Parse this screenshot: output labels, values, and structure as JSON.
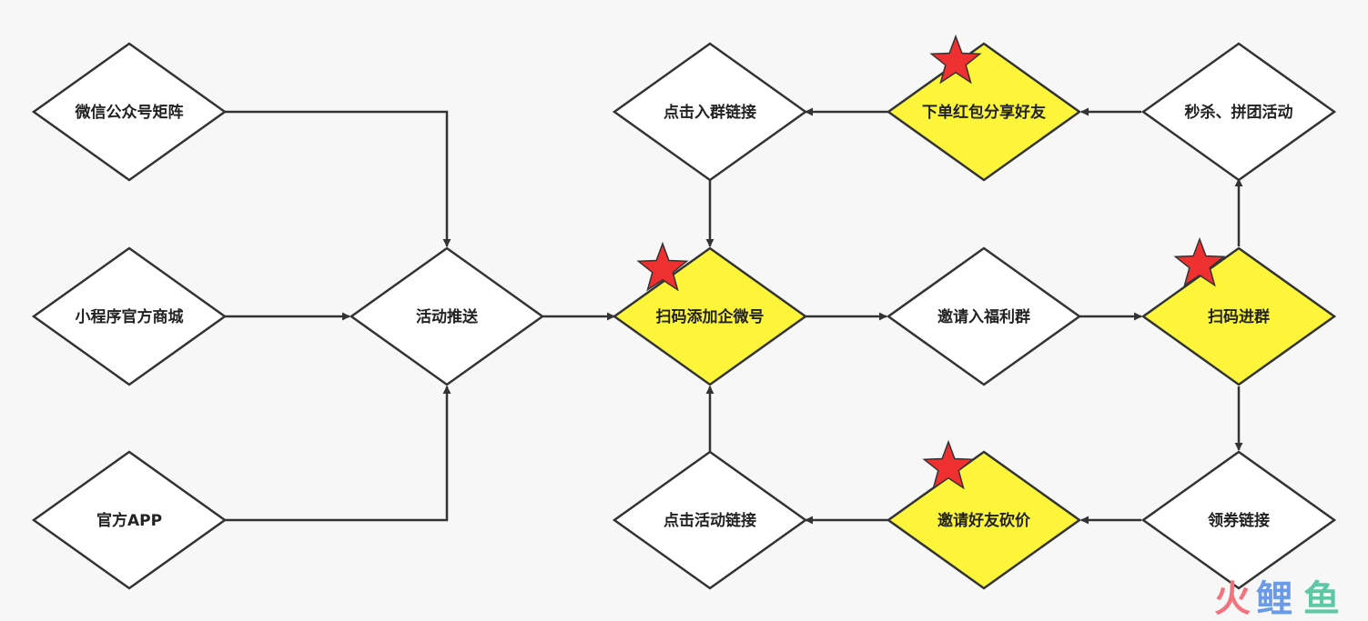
{
  "colors": {
    "background": "#f7f7f7",
    "normal_fill": "#ffffff",
    "highlight_fill": "#fdf53a",
    "stroke": "#333333",
    "star": "#ef3030"
  },
  "nodes": {
    "wechat_matrix": {
      "label": "微信公众号矩阵",
      "highlight": false
    },
    "mini_program": {
      "label": "小程序官方商城",
      "highlight": false
    },
    "official_app": {
      "label": "官方APP",
      "highlight": false
    },
    "activity_push": {
      "label": "活动推送",
      "highlight": false
    },
    "scan_add_wecom": {
      "label": "扫码添加企微号",
      "highlight": true,
      "starred": true
    },
    "click_group_link": {
      "label": "点击入群链接",
      "highlight": false
    },
    "click_activity_link": {
      "label": "点击活动链接",
      "highlight": false
    },
    "invite_welfare_group": {
      "label": "邀请入福利群",
      "highlight": false
    },
    "order_red_packet": {
      "label": "下单红包分享好友",
      "highlight": true,
      "starred": true
    },
    "seckill_group": {
      "label": "秒杀、拼团活动",
      "highlight": false
    },
    "scan_join_group": {
      "label": "扫码进群",
      "highlight": true,
      "starred": true
    },
    "coupon_link": {
      "label": "领券链接",
      "highlight": false
    },
    "invite_bargain": {
      "label": "邀请好友砍价",
      "highlight": true,
      "starred": true
    }
  },
  "edges": [
    {
      "from": "wechat_matrix",
      "to": "activity_push"
    },
    {
      "from": "mini_program",
      "to": "activity_push"
    },
    {
      "from": "official_app",
      "to": "activity_push"
    },
    {
      "from": "activity_push",
      "to": "scan_add_wecom"
    },
    {
      "from": "click_group_link",
      "to": "scan_add_wecom"
    },
    {
      "from": "click_activity_link",
      "to": "scan_add_wecom"
    },
    {
      "from": "scan_add_wecom",
      "to": "invite_welfare_group"
    },
    {
      "from": "invite_welfare_group",
      "to": "scan_join_group"
    },
    {
      "from": "scan_join_group",
      "to": "seckill_group"
    },
    {
      "from": "seckill_group",
      "to": "order_red_packet"
    },
    {
      "from": "order_red_packet",
      "to": "click_group_link"
    },
    {
      "from": "scan_join_group",
      "to": "coupon_link"
    },
    {
      "from": "coupon_link",
      "to": "invite_bargain"
    },
    {
      "from": "invite_bargain",
      "to": "click_activity_link"
    }
  ],
  "watermark": {
    "part1": "火",
    "part2": "鲤",
    "part3": "鱼"
  }
}
